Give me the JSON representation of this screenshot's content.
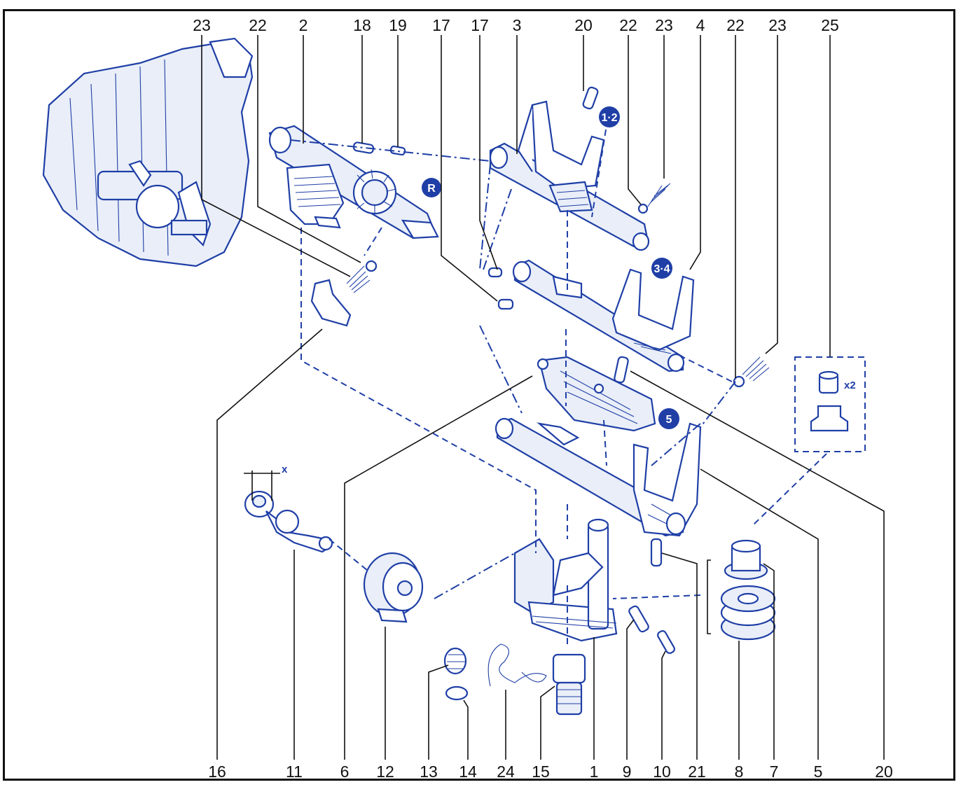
{
  "top_callouts": [
    "23",
    "22",
    "2",
    "18",
    "19",
    "17",
    "17",
    "3",
    "20",
    "22",
    "23",
    "4",
    "22",
    "23",
    "25"
  ],
  "bottom_callouts": [
    "16",
    "11",
    "6",
    "12",
    "13",
    "14",
    "24",
    "15",
    "1",
    "9",
    "10",
    "21",
    "8",
    "7",
    "5",
    "20"
  ],
  "badges": {
    "gear12": "1·2",
    "gear34": "3·4",
    "gear5": "5",
    "reverse": "R"
  },
  "annotations": {
    "x_label": "x",
    "x2_label": "x2"
  },
  "colors": {
    "line": "#1f3fa6",
    "fill": "#e9eef8",
    "text": "#111111"
  }
}
